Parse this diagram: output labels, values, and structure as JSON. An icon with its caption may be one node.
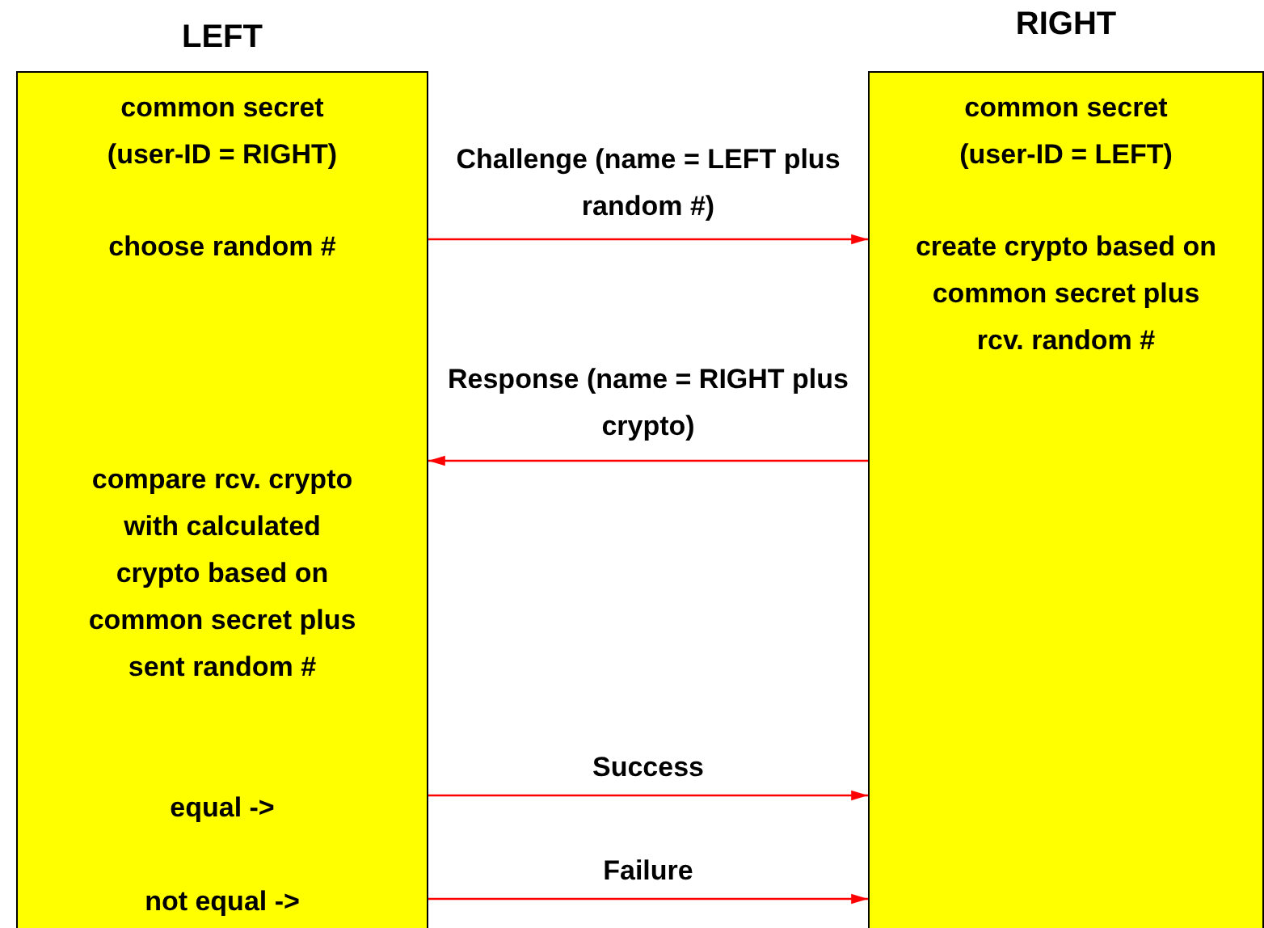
{
  "diagram": {
    "nodes": [
      {
        "text": [
          "LEFT",
          "common secret (user-ID = RIGHT)",
          "choose random #",
          "compare rcv. crypto with calculated crypto based on common secret plus sent random #",
          "equal ->",
          "not equal ->"
        ]
      },
      {
        "text": [
          "RIGHT",
          "common secret (user-ID = LEFT)",
          "create crypto based on common secret plus rcv. random #"
        ]
      }
    ],
    "edges": [
      {
        "from": 0,
        "to": 1,
        "arrow": "to",
        "label": "Challenge (name = LEFT plus random #)"
      },
      {
        "from": 1,
        "to": 0,
        "arrow": "to",
        "label": "Response (name = RIGHT plus crypto)"
      },
      {
        "from": 0,
        "to": 1,
        "arrow": "to",
        "label": "Success"
      },
      {
        "from": 0,
        "to": 1,
        "arrow": "to",
        "label": "Failure"
      }
    ]
  }
}
